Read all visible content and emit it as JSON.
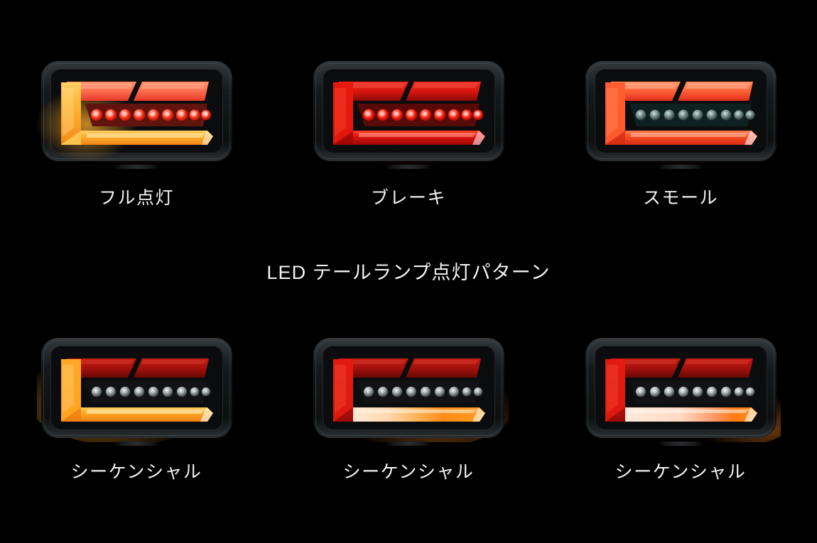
{
  "background_color": "#000000",
  "center_title": "LED テールランプ点灯パターン",
  "palette": {
    "housing_outer": "#101214",
    "housing_inner": "#1b1e20",
    "bezel_highlight": "#3c4245",
    "red_bright": "#ff6b4a",
    "red_mid": "#e8231f",
    "red_dim": "#7e1512",
    "amber_bright": "#ffc23a",
    "amber_mid": "#f79518",
    "led_on": "#ffffff",
    "led_off": "#9fb3b3",
    "caption_text": "#f2f2f2"
  },
  "lamps": [
    {
      "id": "full",
      "caption": "フル点灯",
      "mode": "full",
      "led_count": 9,
      "led_state": "on-red",
      "top_bars": "bright-red",
      "l_shape": "amber-full",
      "bottom_bar": "amber-full"
    },
    {
      "id": "brake",
      "caption": "ブレーキ",
      "mode": "brake",
      "led_count": 9,
      "led_state": "on-red",
      "top_bars": "deep-red",
      "l_shape": "red-full",
      "bottom_bar": "red-full"
    },
    {
      "id": "small",
      "caption": "スモール",
      "mode": "small",
      "led_count": 9,
      "led_state": "off",
      "top_bars": "bright-red",
      "l_shape": "red-glow",
      "bottom_bar": "red-glow"
    },
    {
      "id": "sequential-1",
      "caption": "シーケンシャル",
      "mode": "sequential",
      "led_count": 9,
      "led_state": "off",
      "top_bars": "dark-red",
      "l_shape": "amber-full",
      "bottom_bar": "amber-full",
      "sweep_percent": 100
    },
    {
      "id": "sequential-2",
      "caption": "シーケンシャル",
      "mode": "sequential",
      "led_count": 9,
      "led_state": "off",
      "top_bars": "dark-red",
      "l_shape": "red-full",
      "bottom_bar": "amber-partial",
      "sweep_percent": 55
    },
    {
      "id": "sequential-3",
      "caption": "シーケンシャル",
      "mode": "sequential",
      "led_count": 9,
      "led_state": "off",
      "top_bars": "dark-red",
      "l_shape": "red-full",
      "bottom_bar": "amber-start",
      "sweep_percent": 25
    }
  ]
}
